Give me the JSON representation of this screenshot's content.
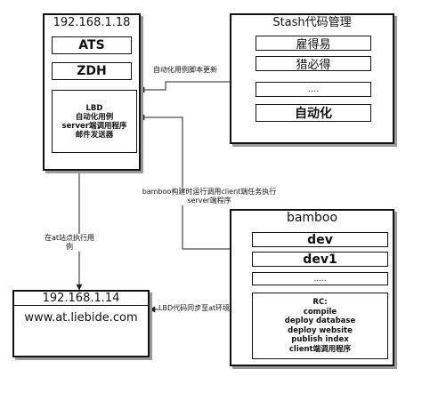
{
  "server_top": {
    "title": "192.168.1.18",
    "boxes": [
      "ATS",
      "ZDH"
    ],
    "lbd_lines": [
      "LBD",
      "自动化用例",
      "server端调用程序",
      "邮件发送器"
    ]
  },
  "stash": {
    "title": "Stash代码管理",
    "items": [
      "雇得易",
      "猎必得",
      "....",
      "自动化"
    ]
  },
  "bamboo": {
    "title": "bamboo",
    "items": [
      "dev",
      "dev1",
      "....."
    ],
    "rc_lines": [
      "RC:",
      "compile",
      "deploy database",
      "deploy website",
      "publish index",
      "client端调用程序"
    ]
  },
  "server_bottom": {
    "title": "192.168.1.14",
    "site": "www.at.liebide.com"
  },
  "arrows": {
    "stash_to_server": "自动化用例脚本更新",
    "bamboo_to_server": [
      "bamboo构建时运行调用client端任务执行",
      "server端程序"
    ],
    "server_to_site": [
      "在at站点执行用",
      "例"
    ],
    "bamboo_to_site": "LBD代码同步至at环境"
  }
}
